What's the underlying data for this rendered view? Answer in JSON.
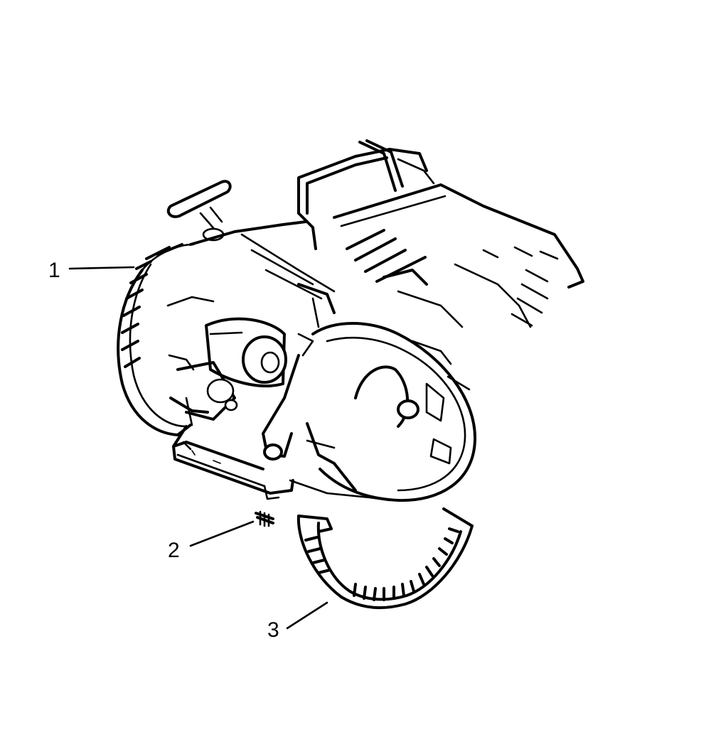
{
  "callouts": [
    {
      "label": "1",
      "part": "engine-assembly"
    },
    {
      "label": "2",
      "part": "screw"
    },
    {
      "label": "3",
      "part": "hose-clamp"
    }
  ],
  "colors": {
    "ink": "#000000",
    "paper": "#ffffff"
  }
}
